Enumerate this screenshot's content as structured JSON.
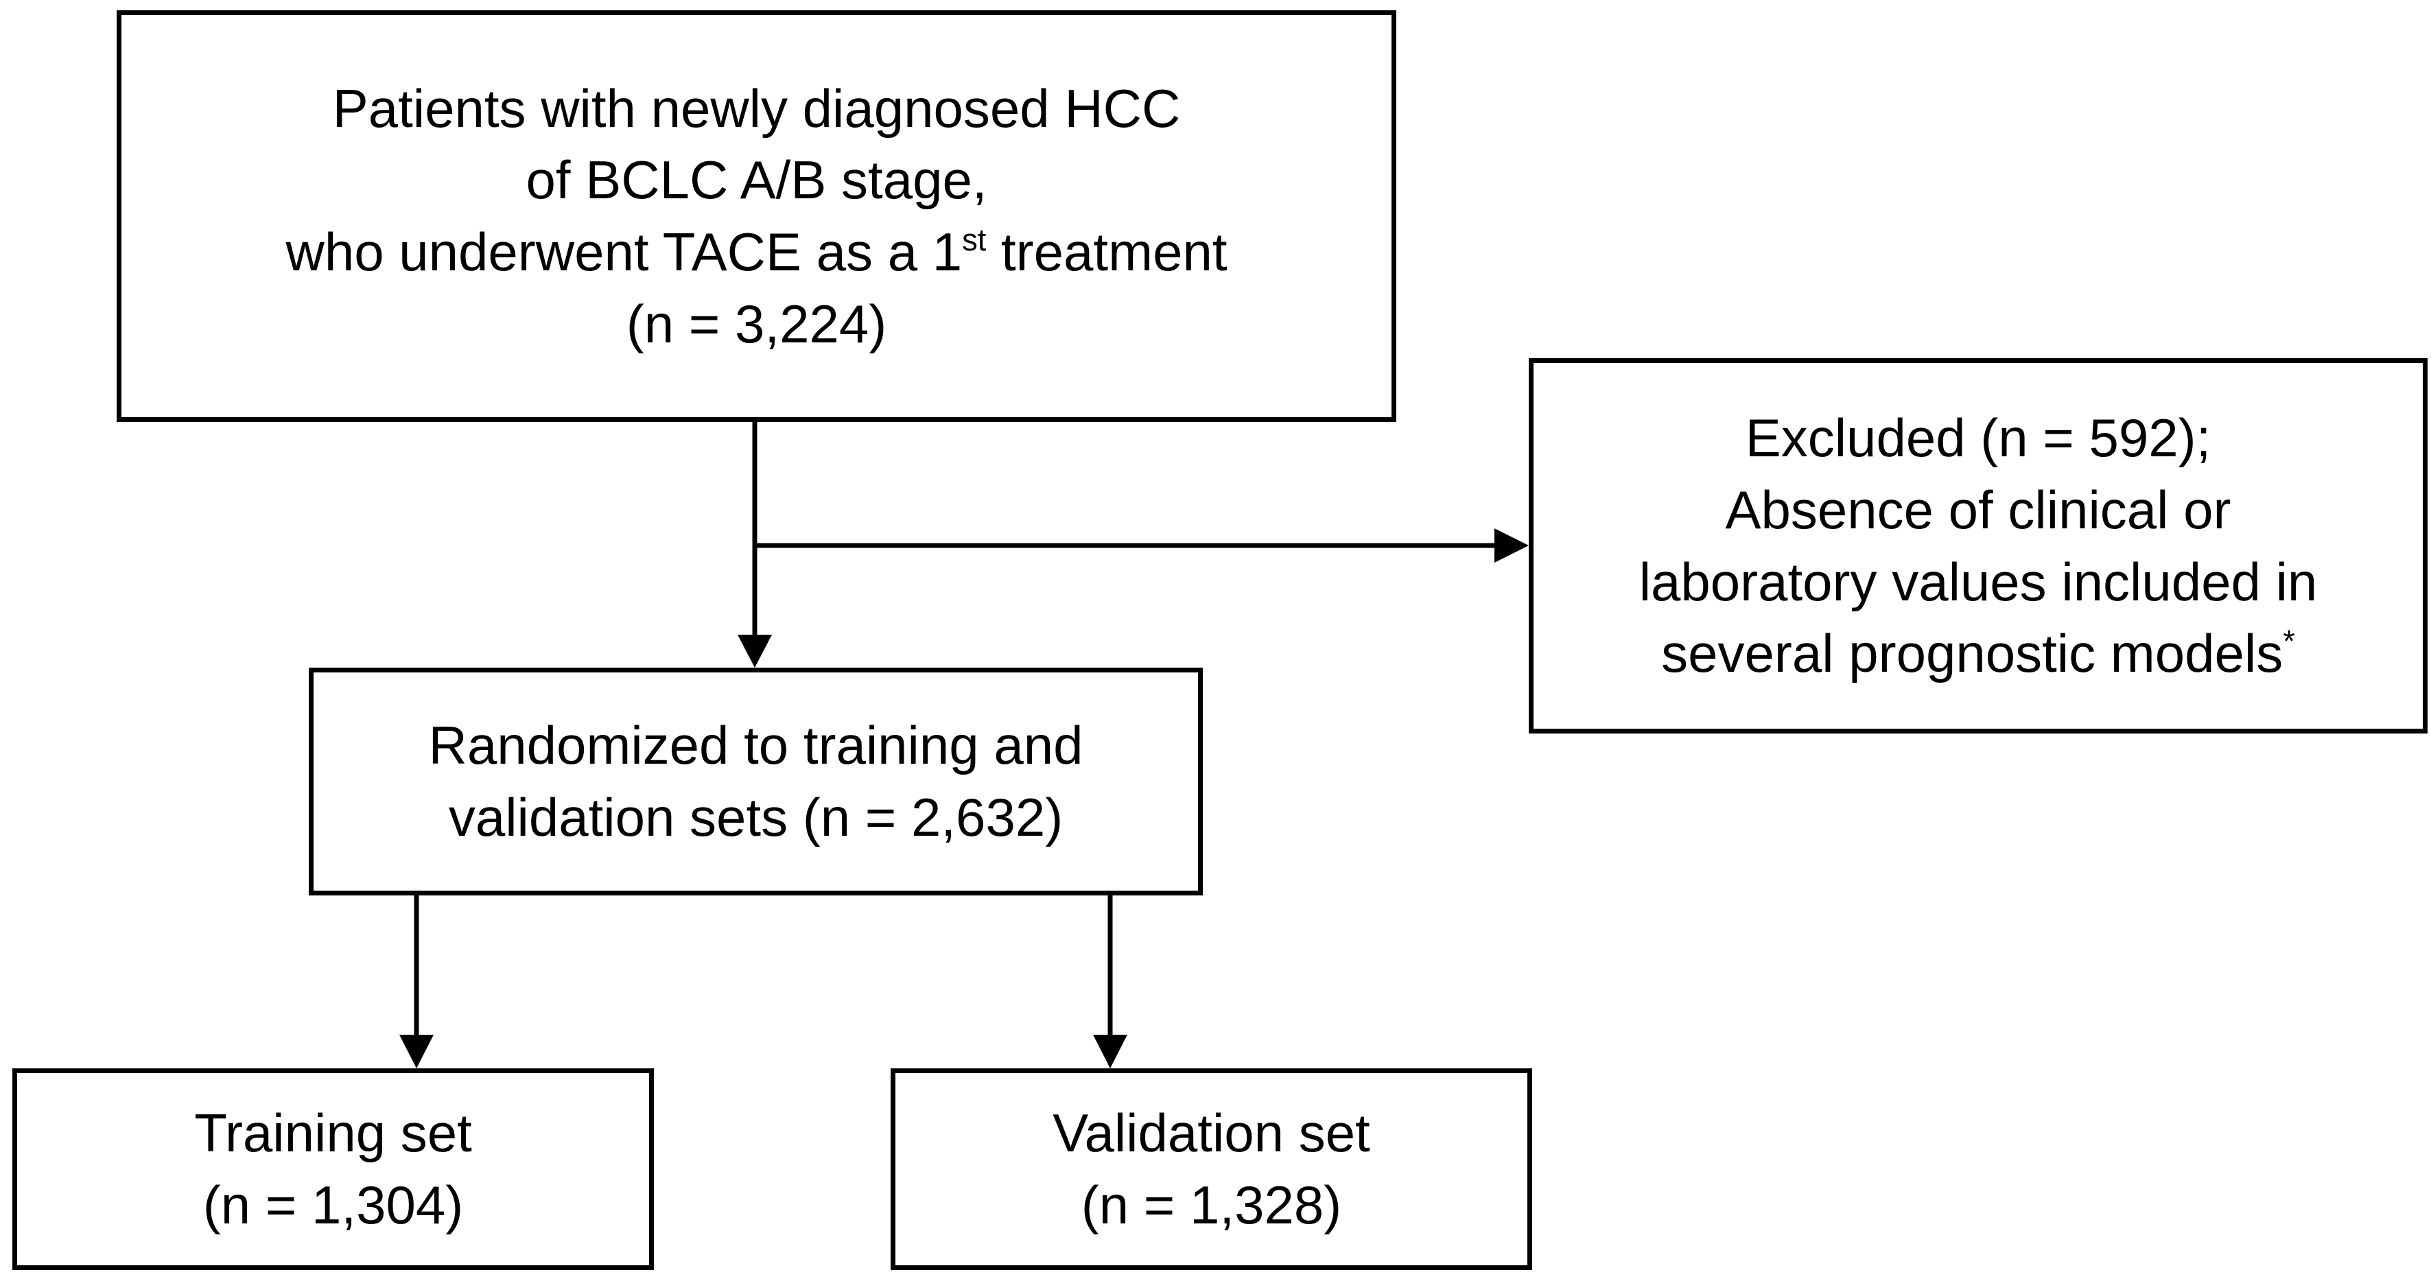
{
  "diagram": {
    "patients": {
      "line1": "Patients with newly diagnosed HCC",
      "line2": "of BCLC A/B stage,",
      "line3_pre": "who underwent TACE as a 1",
      "line3_sup": "st",
      "line3_post": " treatment",
      "line4": "(n = 3,224)"
    },
    "excluded": {
      "line1": "Excluded (n = 592);",
      "line2": "Absence of clinical or",
      "line3": "laboratory values included in",
      "line4_pre": "several prognostic models",
      "line4_sup": "*"
    },
    "randomized": {
      "line1": "Randomized to training and",
      "line2": "validation sets (n = 2,632)"
    },
    "training": {
      "line1": "Training set",
      "line2": "(n = 1,304)"
    },
    "validation": {
      "line1": "Validation set",
      "line2": "(n = 1,328)"
    },
    "colors": {
      "stroke": "#000000",
      "background": "#ffffff"
    }
  }
}
